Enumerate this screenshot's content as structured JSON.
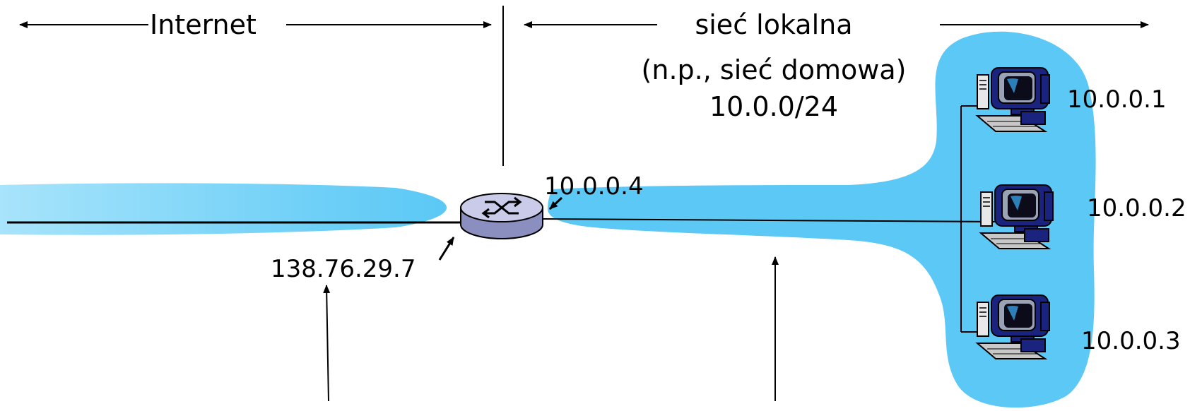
{
  "labels": {
    "internet": "Internet",
    "lan_line1": "sieć lokalna",
    "lan_line2": "(n.p., sieć domowa)",
    "lan_line3": "10.0.0/24",
    "router_lan_ip": "10.0.0.4",
    "router_wan_ip": "138.76.29.7",
    "host1_ip": "10.0.0.1",
    "host2_ip": "10.0.0.2",
    "host3_ip": "10.0.0.3"
  },
  "colors": {
    "network_fill": "#5bc8f5",
    "monitor_body": "#1a237e",
    "screen": "#2c7fb8"
  },
  "icons": {
    "router": "router-icon",
    "hosts": [
      "computer-icon",
      "computer-icon",
      "computer-icon"
    ]
  }
}
